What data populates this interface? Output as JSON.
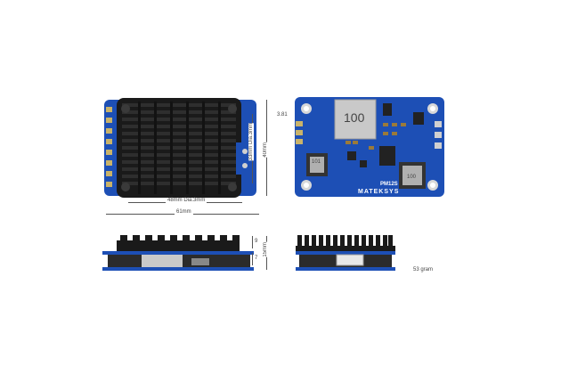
{
  "dimensions": {
    "width_48": "48mm Dia.3mm",
    "width_61": "61mm",
    "height_33": "33mm Dia.3mm",
    "height_40": "40mm",
    "offset_3_81": "3.81",
    "side_9": "9",
    "side_7": "7",
    "side_15": "15mm"
  },
  "board": {
    "brand": "MATEKSYS",
    "model": "PM12S",
    "inductor_large": "100",
    "inductor_small": "101",
    "inductor_right": "100"
  },
  "weight": "53 gram",
  "colors": {
    "pcb_blue": "#1d4fb5",
    "heatsink_black": "#1a1a1a",
    "component_silver": "#c9c9c9"
  }
}
